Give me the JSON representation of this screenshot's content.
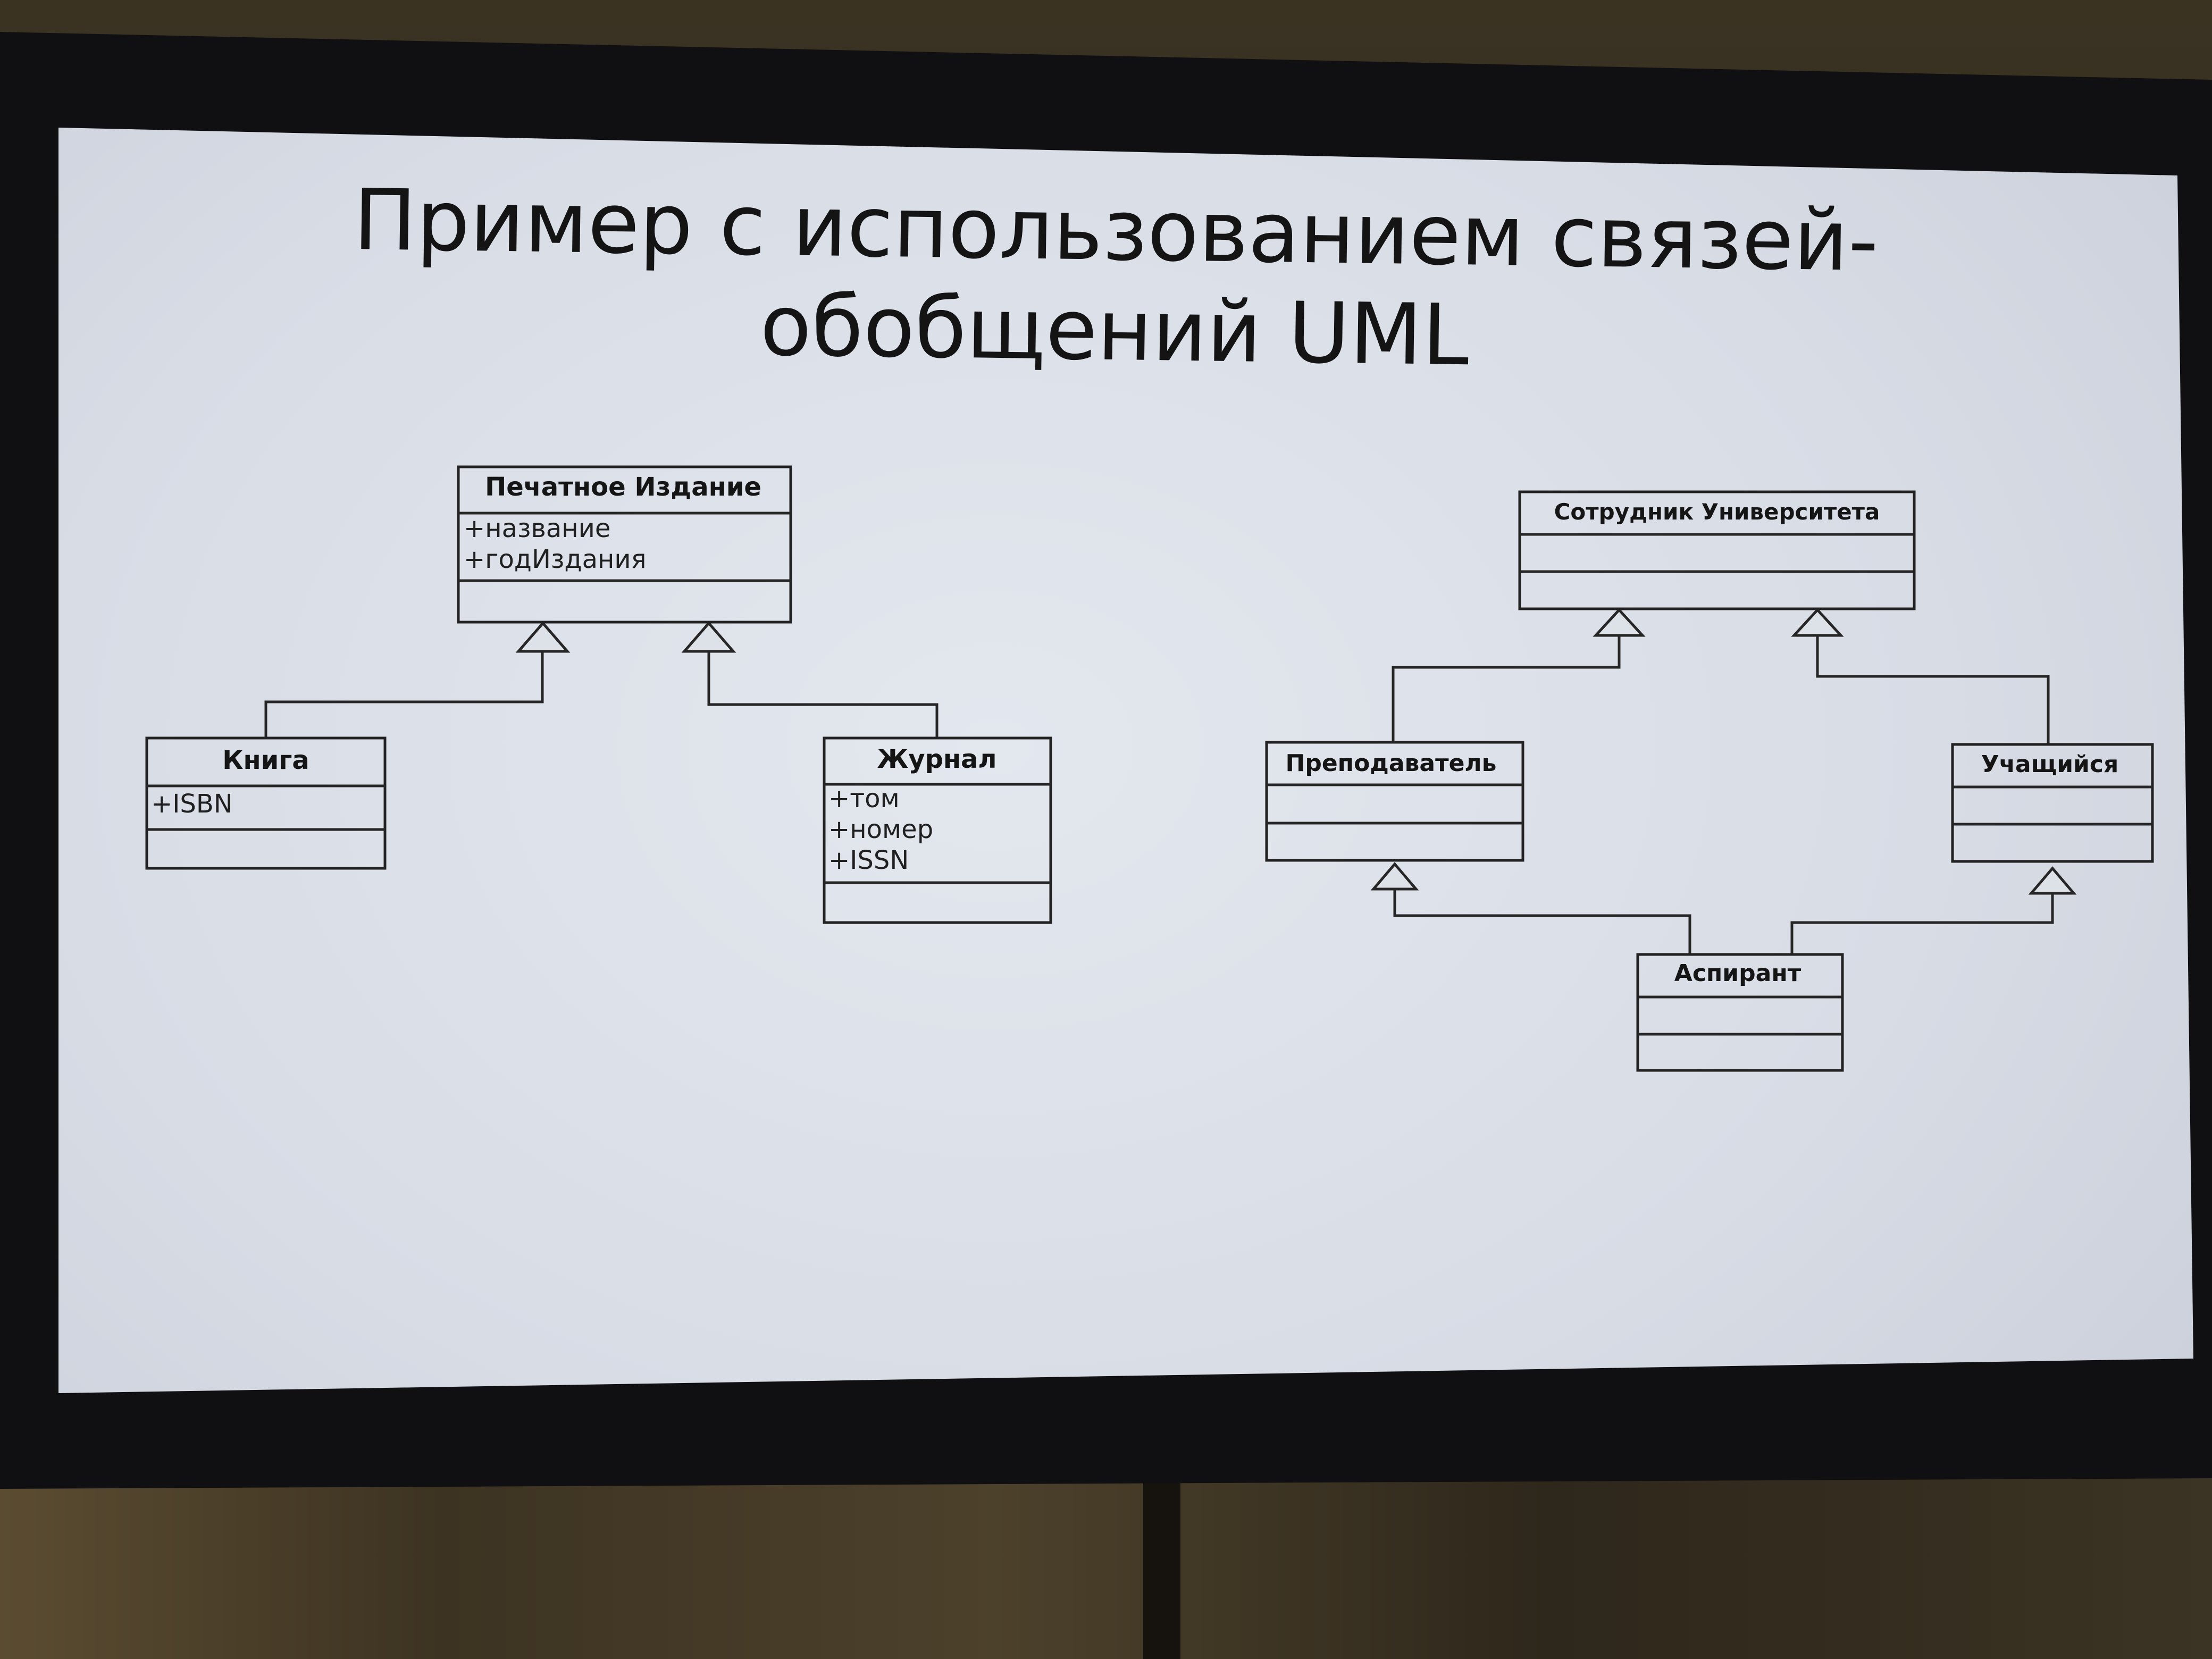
{
  "slide": {
    "title_line1": "Пример с использованием связей-",
    "title_line2": "обобщений UML"
  },
  "classes": {
    "printed": {
      "name": "Печатное Издание",
      "attributes": [
        "+название",
        "+годИздания"
      ]
    },
    "book": {
      "name": "Книга",
      "attributes": [
        "+ISBN"
      ]
    },
    "journal": {
      "name": "Журнал",
      "attributes": [
        "+том",
        "+номер",
        "+ISSN"
      ]
    },
    "employee": {
      "name": "Сотрудник Университета",
      "attributes": []
    },
    "teacher": {
      "name": "Преподаватель",
      "attributes": []
    },
    "student": {
      "name": "Учащийся",
      "attributes": []
    },
    "postgrad": {
      "name": "Аспирант",
      "attributes": []
    }
  },
  "generalizations": [
    {
      "from": "book",
      "to": "printed"
    },
    {
      "from": "journal",
      "to": "printed"
    },
    {
      "from": "teacher",
      "to": "employee"
    },
    {
      "from": "student",
      "to": "employee"
    },
    {
      "from": "postgrad",
      "to": "teacher"
    },
    {
      "from": "postgrad",
      "to": "student"
    }
  ],
  "colors": {
    "screen": "#dde1e8",
    "bezel": "#101012",
    "ink": "#1a1a1a"
  }
}
